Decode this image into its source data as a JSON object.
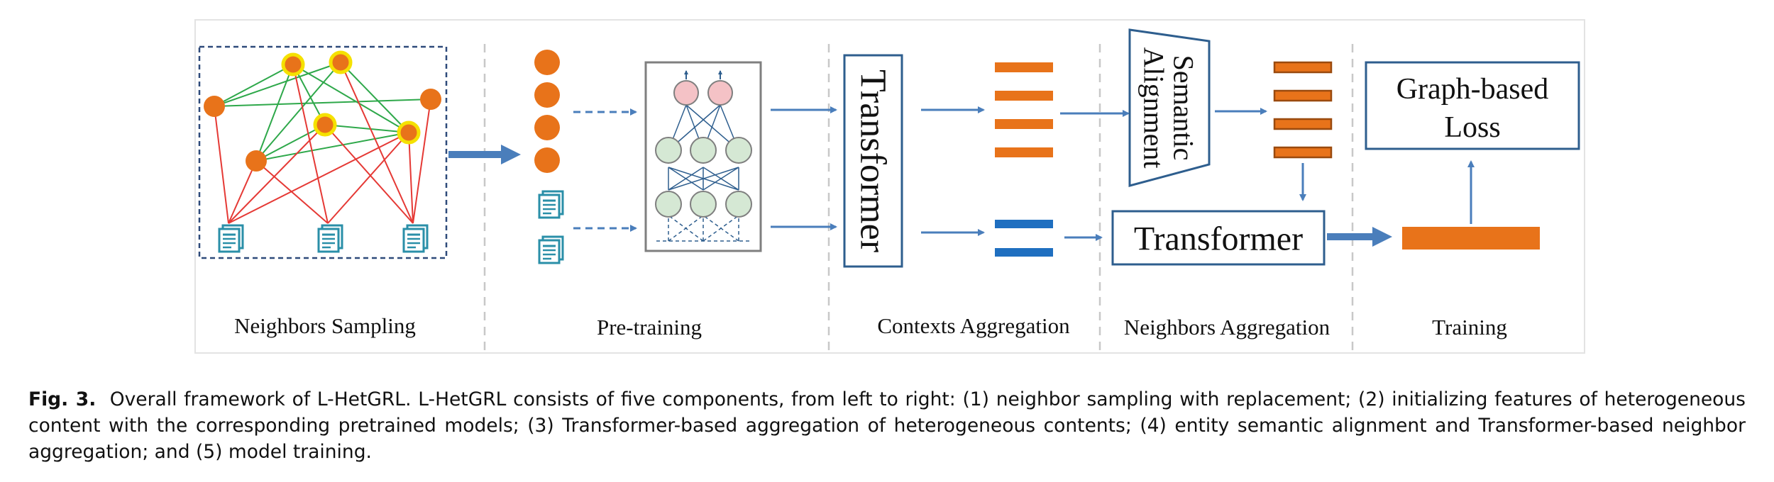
{
  "stages": [
    {
      "key": "neighbors-sampling",
      "label": "Neighbors Sampling"
    },
    {
      "key": "pre-training",
      "label": "Pre-training"
    },
    {
      "key": "contexts-aggregation",
      "label": "Contexts Aggregation"
    },
    {
      "key": "neighbors-aggregation",
      "label": "Neighbors Aggregation"
    },
    {
      "key": "training",
      "label": "Training"
    }
  ],
  "boxes": {
    "transformer_vertical": "Transformer",
    "semantic_alignment_line1": "Semantic",
    "semantic_alignment_line2": "Alignment",
    "transformer_horizontal": "Transformer",
    "loss_line1": "Graph-based",
    "loss_line2": "Loss"
  },
  "caption": {
    "label": "Fig. 3.",
    "text": "Overall framework of L-HetGRL. L-HetGRL consists of five components, from left to right: (1) neighbor sampling with replacement; (2) initializing features of heterogeneous content with the corresponding pretrained models; (3) Transformer-based aggregation of heterogeneous contents; (4) entity semantic alignment and Transformer-based neighbor aggregation; and (5) model training."
  },
  "colors": {
    "orange": "#E8731A",
    "dark_orange_outline": "#9A4A0E",
    "blue": "#4A7EBB",
    "dark_blue_box": "#2E5E8E",
    "bright_blue_bar": "#1F6FC0",
    "green_edge": "#2EA84A",
    "red_edge": "#E53935",
    "yellow_ring": "#F5E100",
    "node_pink": "#F4C2C6",
    "node_green": "#D5E8D4",
    "doc_teal": "#2A8FA8",
    "divider": "#C8C8C8"
  }
}
